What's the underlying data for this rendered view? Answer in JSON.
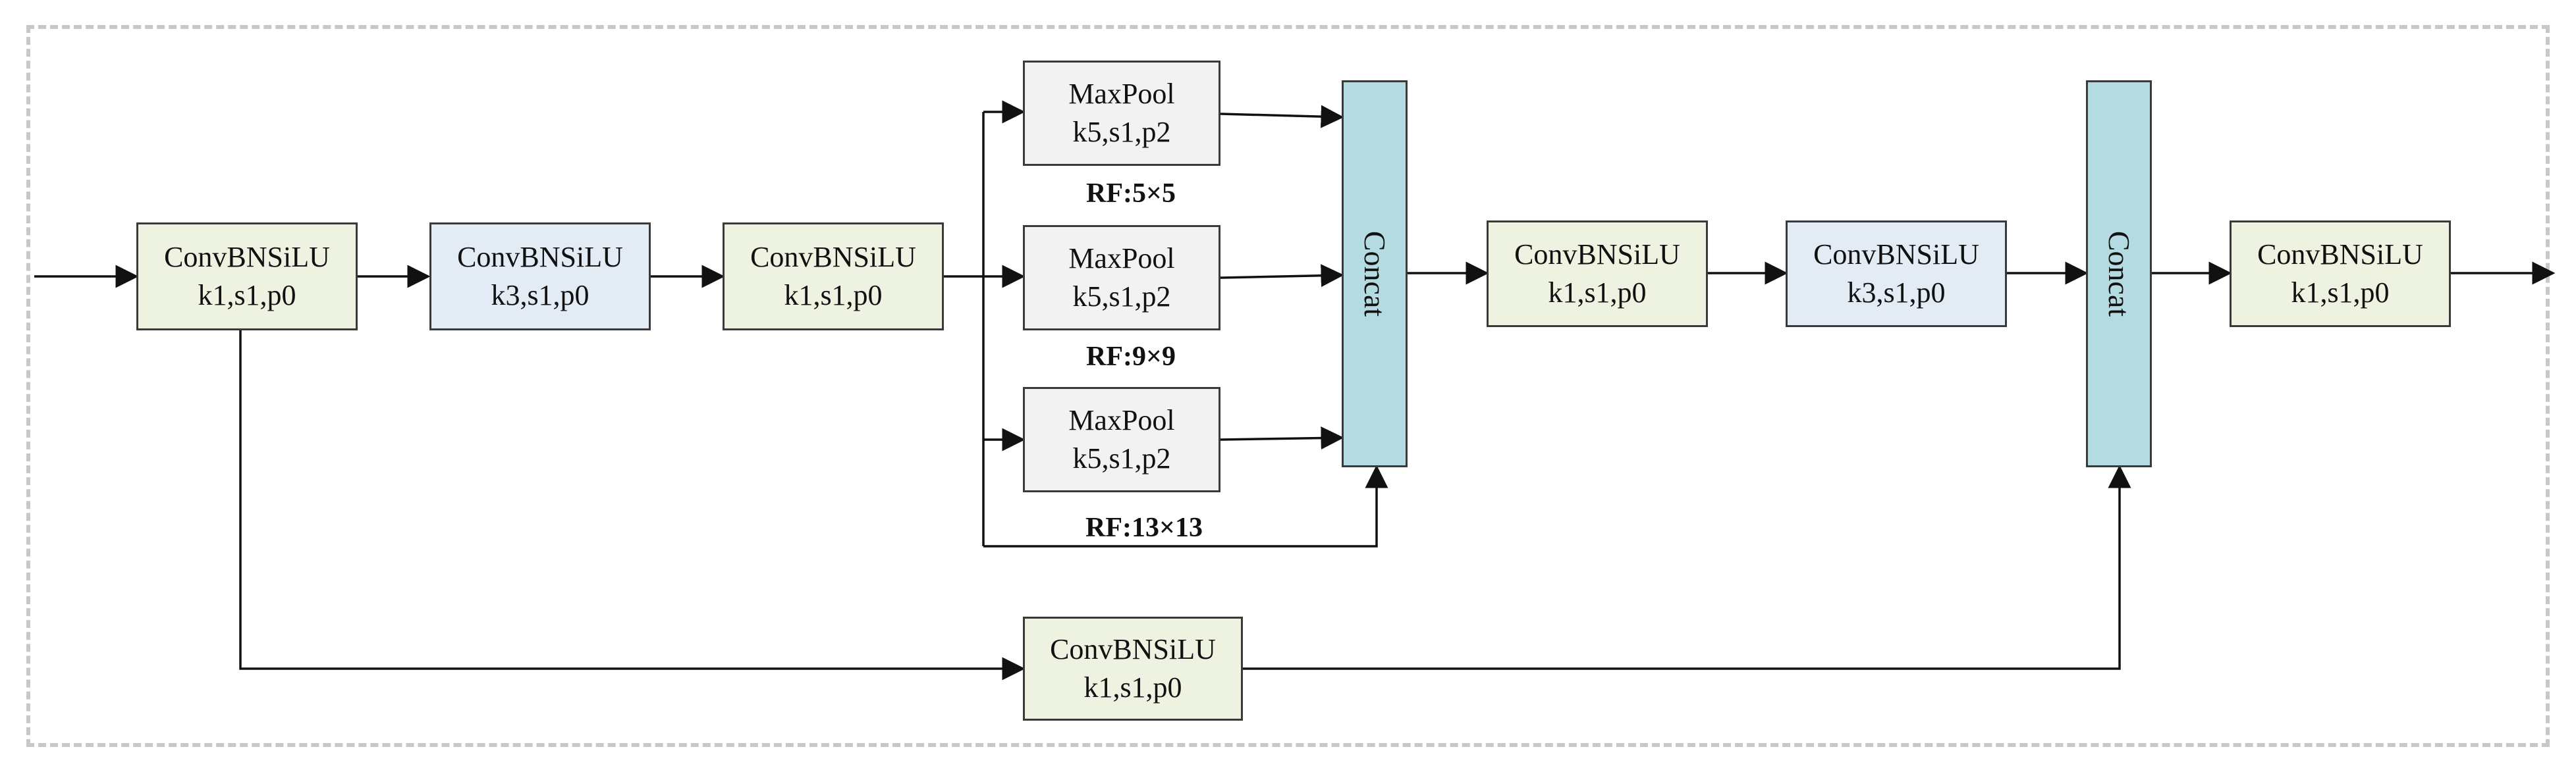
{
  "nodes": {
    "conv_a": {
      "name": "ConvBNSiLU",
      "params": "k1,s1,p0"
    },
    "conv_b": {
      "name": "ConvBNSiLU",
      "params": "k3,s1,p0"
    },
    "conv_c": {
      "name": "ConvBNSiLU",
      "params": "k1,s1,p0"
    },
    "pool_1": {
      "name": "MaxPool",
      "params": "k5,s1,p2"
    },
    "pool_2": {
      "name": "MaxPool",
      "params": "k5,s1,p2"
    },
    "pool_3": {
      "name": "MaxPool",
      "params": "k5,s1,p2"
    },
    "concat_1": {
      "name": "Concat"
    },
    "conv_d": {
      "name": "ConvBNSiLU",
      "params": "k1,s1,p0"
    },
    "conv_e": {
      "name": "ConvBNSiLU",
      "params": "k3,s1,p0"
    },
    "concat_2": {
      "name": "Concat"
    },
    "conv_f": {
      "name": "ConvBNSiLU",
      "params": "k1,s1,p0"
    },
    "conv_skip": {
      "name": "ConvBNSiLU",
      "params": "k1,s1,p0"
    }
  },
  "labels": {
    "rf_1": "RF:5×5",
    "rf_2": "RF:9×9",
    "rf_3": "RF:13×13"
  },
  "colors": {
    "conv_green": "#eef2e1",
    "conv_blue": "#e3ecf5",
    "pool": "#f2f2f2",
    "concat": "#b3dbe1",
    "line": "#111111",
    "frame": "#c8c8c8"
  }
}
